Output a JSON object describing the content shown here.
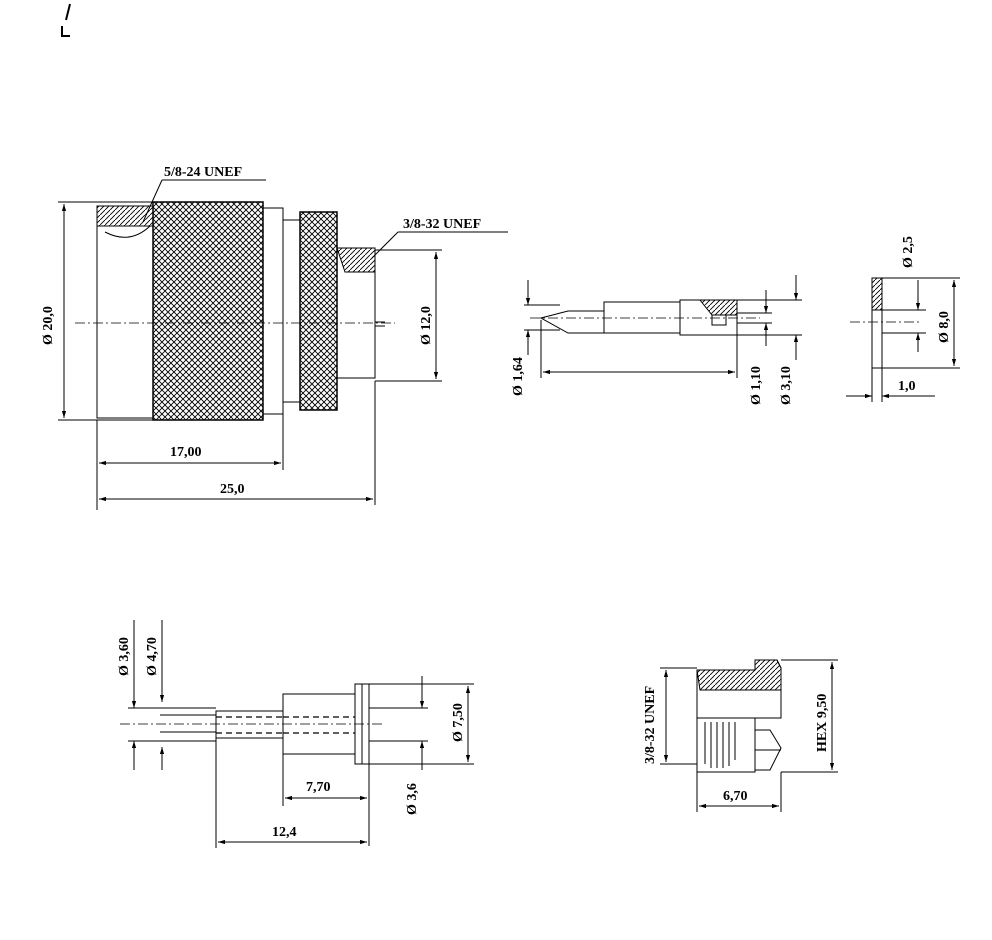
{
  "labels": {
    "thread_main": "5/8-24 UNEF",
    "thread_back": "3/8-32 UNEF",
    "dia_20": "Ø 20,0",
    "dia_12": "Ø 12,0",
    "len_17": "17,00",
    "len_25": "25,0",
    "pin_dia_164": "Ø 1,64",
    "pin_dia_110": "Ø 1,10",
    "pin_dia_310": "Ø 3,10",
    "washer_dia_25": "Ø 2,5",
    "washer_dia_8": "Ø 8,0",
    "washer_thk": "1,0",
    "ins_dia_360": "Ø 3,60",
    "ins_dia_470": "Ø 4,70",
    "ins_dia_750": "Ø 7,50",
    "ins_dia_36": "Ø 3,6",
    "ins_len_770": "7,70",
    "ins_len_124": "12,4",
    "nut_thread": "3/8-32 UNEF",
    "nut_hex": "HEX 9,50",
    "nut_len": "6,70"
  }
}
